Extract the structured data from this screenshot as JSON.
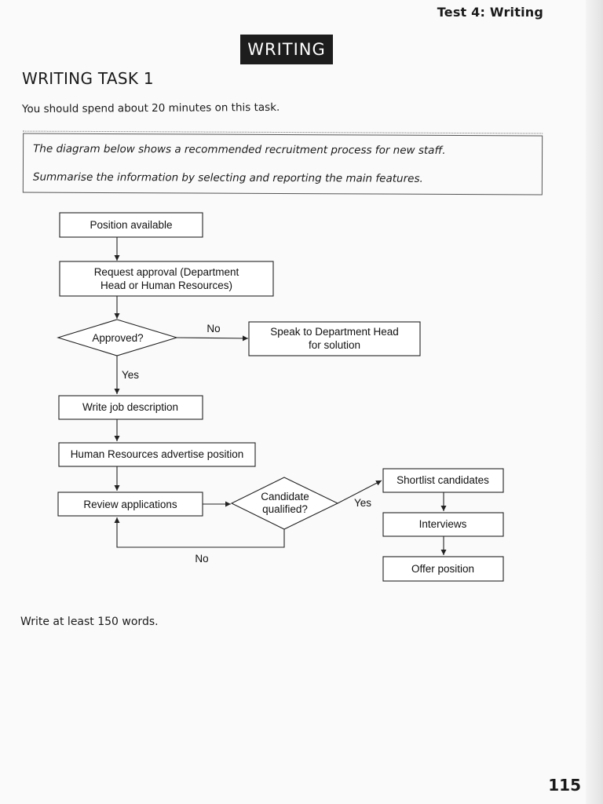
{
  "header": {
    "test_label": "Test 4: Writing"
  },
  "section": {
    "banner": "WRITING"
  },
  "task": {
    "title": "WRITING TASK 1",
    "time_instruction": "You should spend about 20 minutes on this task.",
    "prompt_line1": "The diagram below shows a recommended recruitment process for new staff.",
    "prompt_line2": "Summarise the information by selecting and reporting the main features.",
    "word_requirement": "Write at least 150 words."
  },
  "diagram": {
    "nodes": {
      "position_available": "Position available",
      "request_approval_l1": "Request approval (Department",
      "request_approval_l2": "Head or Human Resources)",
      "approved": "Approved?",
      "speak_head_l1": "Speak to Department Head",
      "speak_head_l2": "for solution",
      "write_job": "Write job description",
      "hr_advertise": "Human Resources advertise position",
      "review_apps": "Review applications",
      "candidate_l1": "Candidate",
      "candidate_l2": "qualified?",
      "shortlist": "Shortlist candidates",
      "interviews": "Interviews",
      "offer": "Offer position"
    },
    "edges": {
      "approved_no": "No",
      "approved_yes": "Yes",
      "qualified_yes": "Yes",
      "qualified_no": "No"
    }
  },
  "footer": {
    "page_number": "115"
  }
}
